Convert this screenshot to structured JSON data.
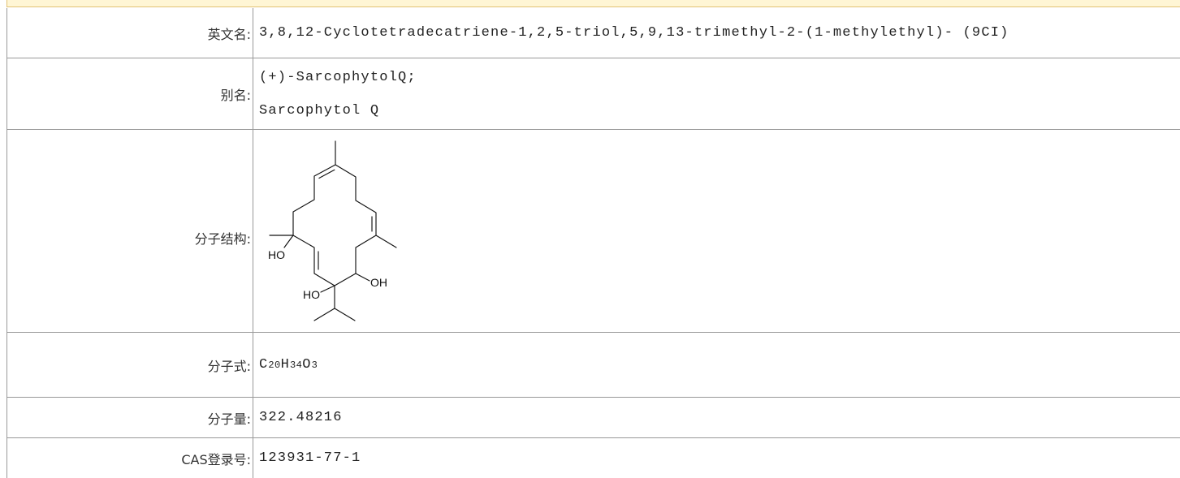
{
  "rows": {
    "english_name": {
      "label": "英文名:",
      "value": "3,8,12-Cyclotetradecatriene-1,2,5-triol,5,9,13-trimethyl-2-(1-methylethyl)- (9CI)"
    },
    "synonyms": {
      "label": "别名:",
      "values": [
        "(+)-SarcophytolQ;",
        "Sarcophytol Q"
      ]
    },
    "structure": {
      "label": "分子结构:",
      "atom_labels": {
        "c5_hydroxyl": "HO",
        "c2_hydroxyl": "HO",
        "c1_hydroxyl": "OH"
      }
    },
    "formula": {
      "label": "分子式:",
      "parts": [
        "C",
        "20",
        "H",
        "34",
        "O",
        "3"
      ]
    },
    "molecular_weight": {
      "label": "分子量:",
      "value": "322.48216"
    },
    "cas_number": {
      "label": "CAS登录号:",
      "value": "123931-77-1"
    }
  },
  "colors": {
    "header_bar": "#FFF6D5",
    "header_bar_border": "#E2C275",
    "grid": "#999999",
    "text": "#222222"
  }
}
